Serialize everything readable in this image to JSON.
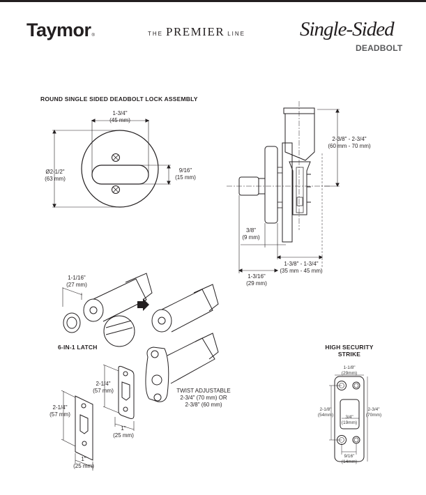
{
  "header": {
    "brand": "Taymor",
    "brand_mark": "®",
    "line_prefix": "THE",
    "line_name": "PREMIER",
    "line_suffix": "LINE",
    "product_title": "Single-Sided",
    "product_subtitle": "DEADBOLT"
  },
  "round_assembly": {
    "title": "ROUND SINGLE SIDED DEADBOLT LOCK ASSEMBLY",
    "width_in": "1-3/4\"",
    "width_mm": "(45 mm)",
    "diameter_in": "Ø2-1/2\"",
    "diameter_mm": "(63 mm)",
    "slot_in": "9/16\"",
    "slot_mm": "(15 mm)"
  },
  "side_view": {
    "backset_in": "2-3/8\" - 2-3/4\"",
    "backset_mm": "(60 mm - 70 mm)",
    "rose_in": "3/8\"",
    "rose_mm": "(9 mm)",
    "door_in": "1-3/8\" - 1-3/4\"",
    "door_mm": "(35 mm - 45 mm)",
    "turn_in": "1-3/16\"",
    "turn_mm": "(29 mm)"
  },
  "latch": {
    "face_in": "1-1/16\"",
    "face_mm": "(27 mm)",
    "title": "6-IN-1 LATCH",
    "twist_line1": "TWIST ADJUSTABLE",
    "twist_line2": "2-3/4\" (70 mm) OR",
    "twist_line3": "2-3/8\" (60 mm)"
  },
  "strikes": {
    "square_height_in": "2-1/4\"",
    "square_height_mm": "(57 mm)",
    "square_width_in": "1\"",
    "square_width_mm": "(25 mm)",
    "round_height_in": "2-1/4\"",
    "round_height_mm": "(57 mm)",
    "round_width_in": "1\"",
    "round_width_mm": "(25 mm)"
  },
  "high_security_strike": {
    "title_line1": "HIGH SECURITY",
    "title_line2": "STRIKE",
    "width_in": "1-1/8\"",
    "width_mm": "(29mm)",
    "hole_span_in": "2-1/8\"",
    "hole_span_mm": "(54mm)",
    "height_in": "2-3/4\"",
    "height_mm": "(70mm)",
    "opening_in": "3/4\"",
    "opening_mm": "(19mm)",
    "hole_gap_in": "9/16\"",
    "hole_gap_mm": "(14mm)"
  }
}
